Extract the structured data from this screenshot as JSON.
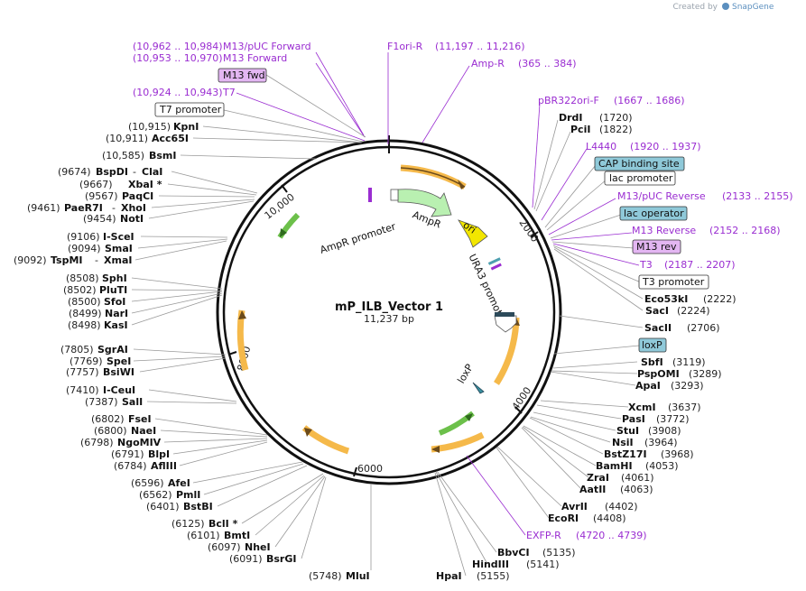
{
  "credit": {
    "prefix": "Created by",
    "brand": "SnapGene"
  },
  "map": {
    "name": "mP_ILB_Vector 1",
    "length": "11,237 bp"
  },
  "ticks": [
    "2000",
    "4000",
    "6000",
    "8000",
    "10,000"
  ],
  "features_on_map": {
    "ampr": "AmpR",
    "ampr_promoter": "AmpR promoter",
    "ori": "ori",
    "ura3_promoter": "URA3 promoter",
    "loxp": "loxP"
  },
  "enzymes_left": [
    {
      "pos": "(10,915)",
      "name": "KpnI"
    },
    {
      "pos": "(10,911)",
      "name": "Acc65I"
    },
    {
      "pos": "(10,585)",
      "name": "BsmI"
    },
    {
      "pos": "(9674)",
      "name": "BspDI",
      "alt": "ClaI"
    },
    {
      "pos": "(9667)",
      "name": "XbaI *"
    },
    {
      "pos": "(9567)",
      "name": "PaqCI"
    },
    {
      "pos": "(9461)",
      "name": "PaeR7I",
      "alt": "XhoI"
    },
    {
      "pos": "(9454)",
      "name": "NotI"
    },
    {
      "pos": "(9106)",
      "name": "I-SceI"
    },
    {
      "pos": "(9094)",
      "name": "SmaI"
    },
    {
      "pos": "(9092)",
      "name": "TspMI",
      "alt": "XmaI"
    },
    {
      "pos": "(8508)",
      "name": "SphI"
    },
    {
      "pos": "(8502)",
      "name": "PluTI"
    },
    {
      "pos": "(8500)",
      "name": "SfoI"
    },
    {
      "pos": "(8499)",
      "name": "NarI"
    },
    {
      "pos": "(8498)",
      "name": "KasI"
    },
    {
      "pos": "(7805)",
      "name": "SgrAI"
    },
    {
      "pos": "(7769)",
      "name": "SpeI"
    },
    {
      "pos": "(7757)",
      "name": "BsiWI"
    },
    {
      "pos": "(7410)",
      "name": "I-CeuI"
    },
    {
      "pos": "(7387)",
      "name": "SalI"
    },
    {
      "pos": "(6802)",
      "name": "FseI"
    },
    {
      "pos": "(6800)",
      "name": "NaeI"
    },
    {
      "pos": "(6798)",
      "name": "NgoMIV"
    },
    {
      "pos": "(6791)",
      "name": "BlpI"
    },
    {
      "pos": "(6784)",
      "name": "AflIII"
    },
    {
      "pos": "(6596)",
      "name": "AfeI"
    },
    {
      "pos": "(6562)",
      "name": "PmlI"
    },
    {
      "pos": "(6401)",
      "name": "BstBI"
    },
    {
      "pos": "(6125)",
      "name": "BclI *"
    },
    {
      "pos": "(6101)",
      "name": "BmtI"
    },
    {
      "pos": "(6097)",
      "name": "NheI"
    },
    {
      "pos": "(6091)",
      "name": "BsrGI"
    },
    {
      "pos": "(5748)",
      "name": "MluI"
    }
  ],
  "enzymes_right": [
    {
      "name": "DrdI",
      "pos": "(1720)"
    },
    {
      "name": "PciI",
      "pos": "(1822)"
    },
    {
      "name": "Eco53kI",
      "pos": "(2222)"
    },
    {
      "name": "SacI",
      "pos": "(2224)"
    },
    {
      "name": "SacII",
      "pos": "(2706)"
    },
    {
      "name": "SbfI",
      "pos": "(3119)"
    },
    {
      "name": "PspOMI",
      "pos": "(3289)"
    },
    {
      "name": "ApaI",
      "pos": "(3293)"
    },
    {
      "name": "XcmI",
      "pos": "(3637)"
    },
    {
      "name": "PasI",
      "pos": "(3772)"
    },
    {
      "name": "StuI",
      "pos": "(3908)"
    },
    {
      "name": "NsiI",
      "pos": "(3964)"
    },
    {
      "name": "BstZ17I",
      "pos": "(3968)"
    },
    {
      "name": "BamHI",
      "pos": "(4053)"
    },
    {
      "name": "ZraI",
      "pos": "(4061)"
    },
    {
      "name": "AatII",
      "pos": "(4063)"
    },
    {
      "name": "AvrII",
      "pos": "(4402)"
    },
    {
      "name": "EcoRI",
      "pos": "(4408)"
    },
    {
      "name": "BbvCI",
      "pos": "(5135)"
    },
    {
      "name": "HindIII",
      "pos": "(5141)"
    },
    {
      "name": "HpaI",
      "pos": "(5155)"
    }
  ],
  "primers": [
    {
      "name": "M13/pUC Forward",
      "range": "(10,962 .. 10,984)"
    },
    {
      "name": "M13 Forward",
      "range": "(10,953 .. 10,970)"
    },
    {
      "name": "T7",
      "range": "(10,924 .. 10,943)"
    },
    {
      "name": "F1ori-R",
      "range": "(11,197 .. 11,216)"
    },
    {
      "name": "Amp-R",
      "range": "(365 .. 384)"
    },
    {
      "name": "pBR322ori-F",
      "range": "(1667 .. 1686)"
    },
    {
      "name": "L4440",
      "range": "(1920 .. 1937)"
    },
    {
      "name": "M13/pUC Reverse",
      "range": "(2133 .. 2155)"
    },
    {
      "name": "M13 Reverse",
      "range": "(2152 .. 2168)"
    },
    {
      "name": "T3",
      "range": "(2187 .. 2207)"
    },
    {
      "name": "EXFP-R",
      "range": "(4720 .. 4739)"
    }
  ],
  "boxes": {
    "m13_fwd": "M13 fwd",
    "t7_promoter": "T7 promoter",
    "cap_binding_site": "CAP binding site",
    "lac_promoter": "lac promoter",
    "lac_operator": "lac operator",
    "m13_rev": "M13 rev",
    "t3_promoter": "T3 promoter",
    "loxp": "loxP"
  },
  "colors": {
    "primer": "#9a2dd1",
    "orange_feature": "#f5b94a",
    "green_feature": "#6cc04a",
    "ampr": "#b9f0b1",
    "ori": "#f2e600",
    "blue_box": "#8fc9d9",
    "purple_box": "#e3b6f2"
  }
}
